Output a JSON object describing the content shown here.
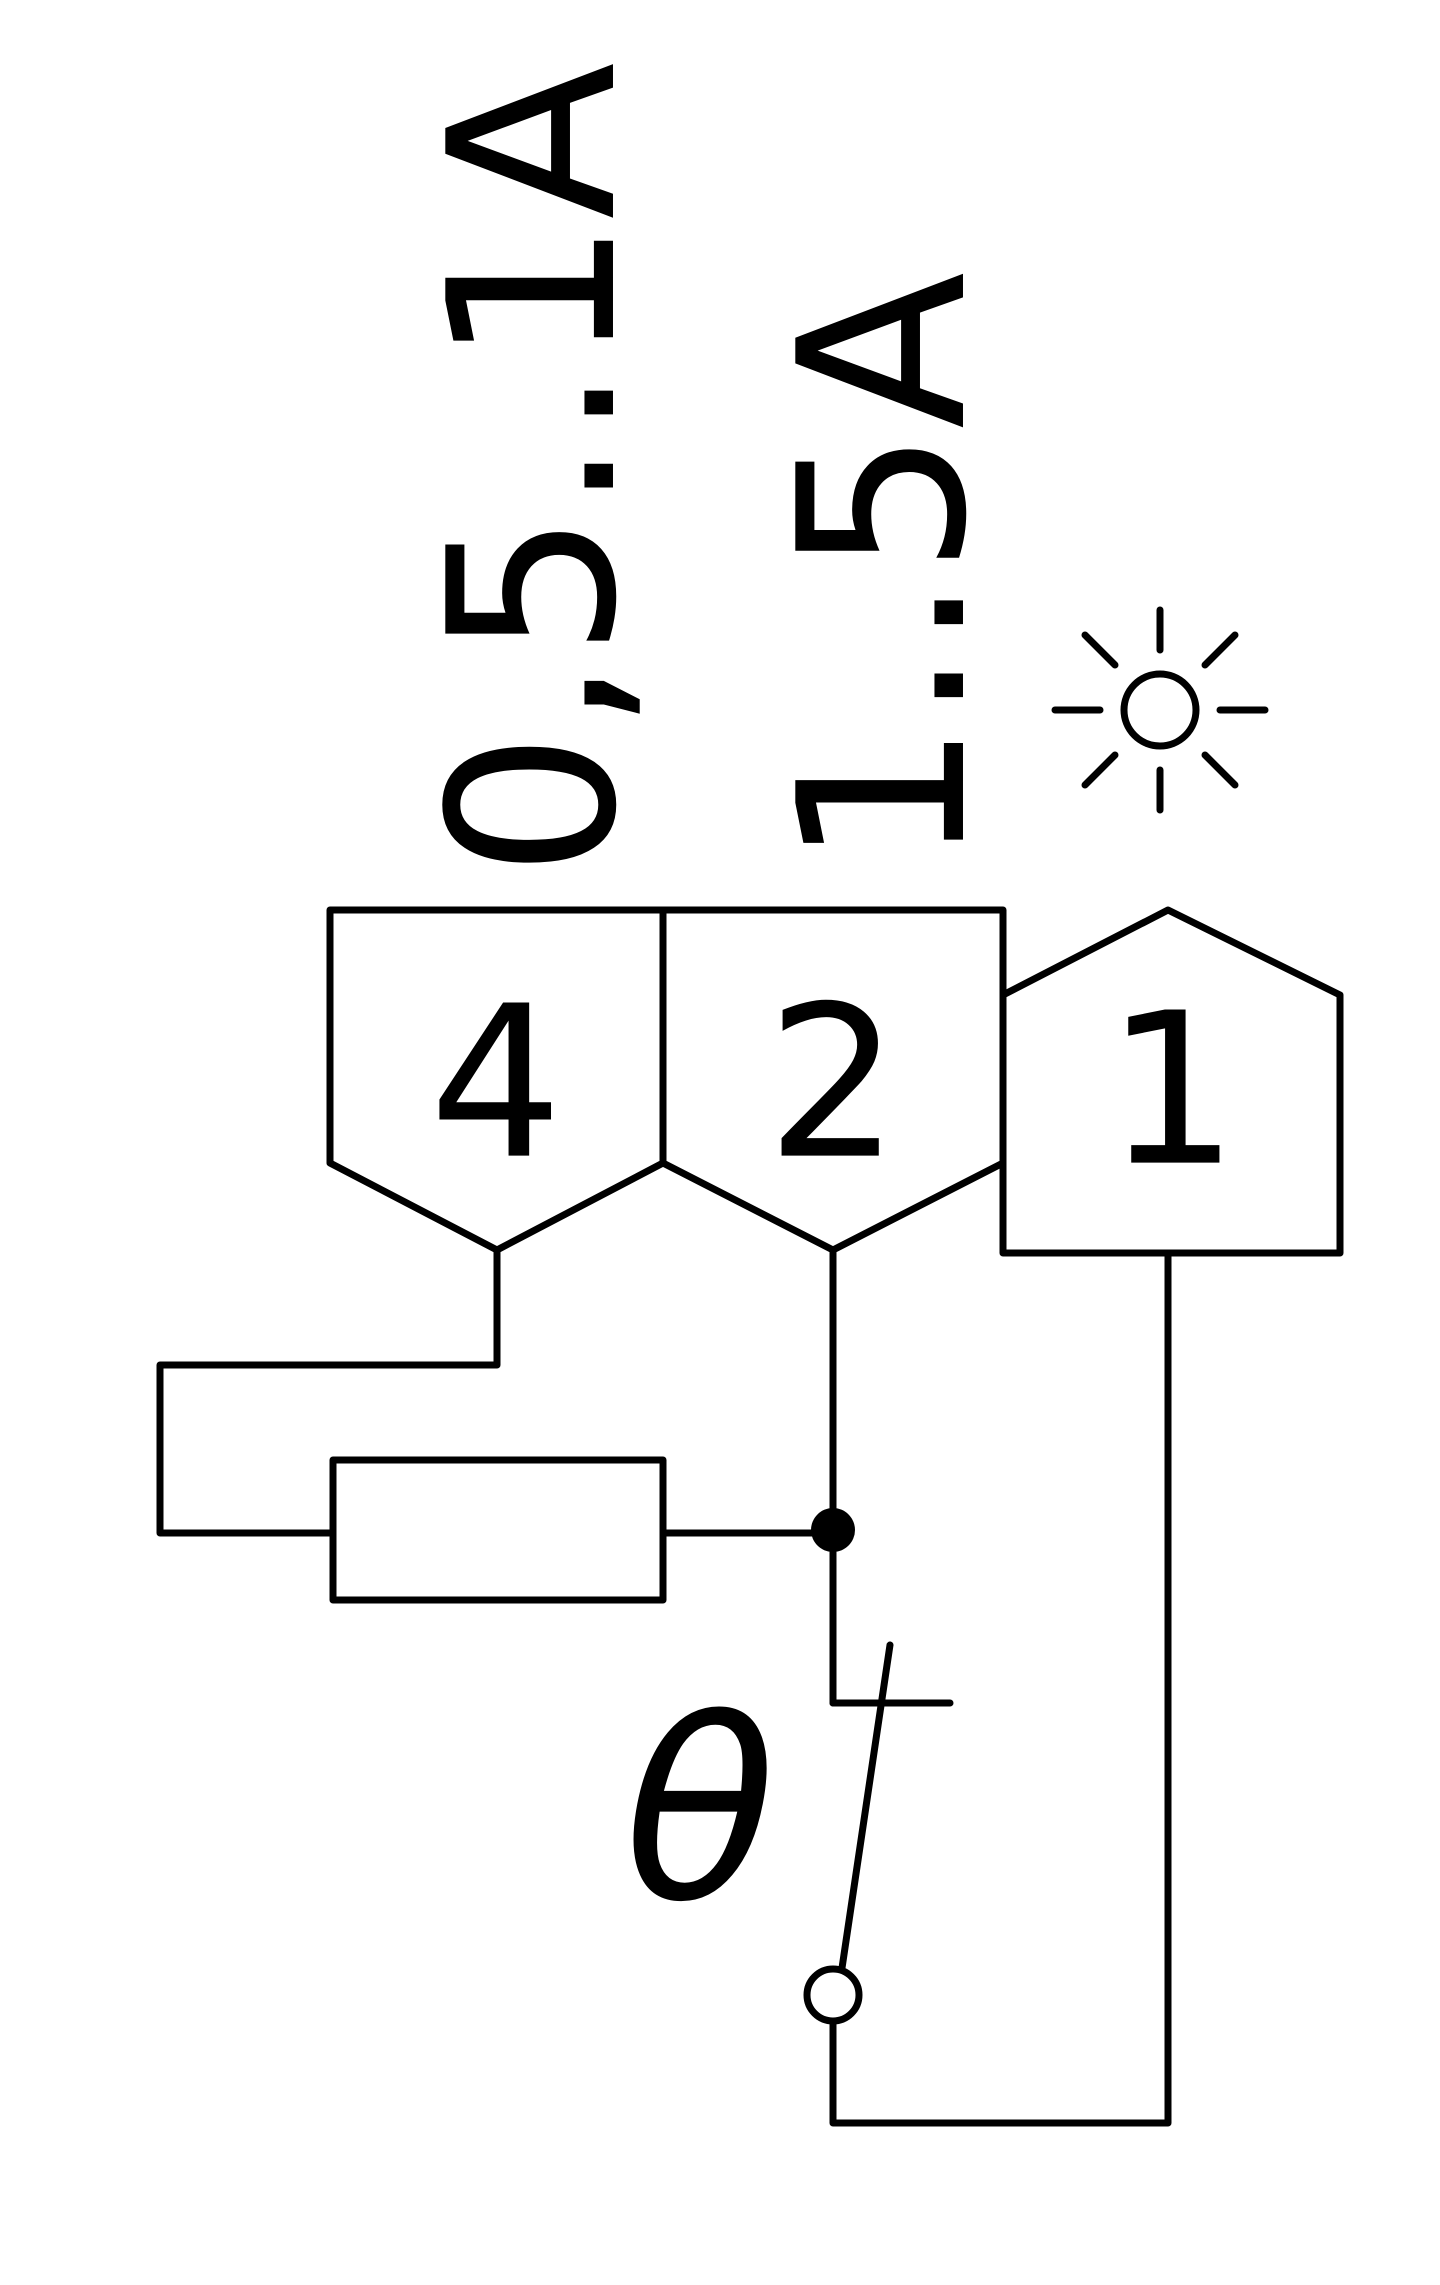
{
  "diagram": {
    "labels": {
      "range_current": "0,5..1A",
      "range_current_2": "1..5A",
      "theta_symbol": "θ"
    },
    "terminals": {
      "t4": "4",
      "t2": "2",
      "t1": "1"
    },
    "icons": {
      "lamp": "sun-icon"
    },
    "colors": {
      "stroke": "#000000",
      "background": "#ffffff"
    }
  }
}
